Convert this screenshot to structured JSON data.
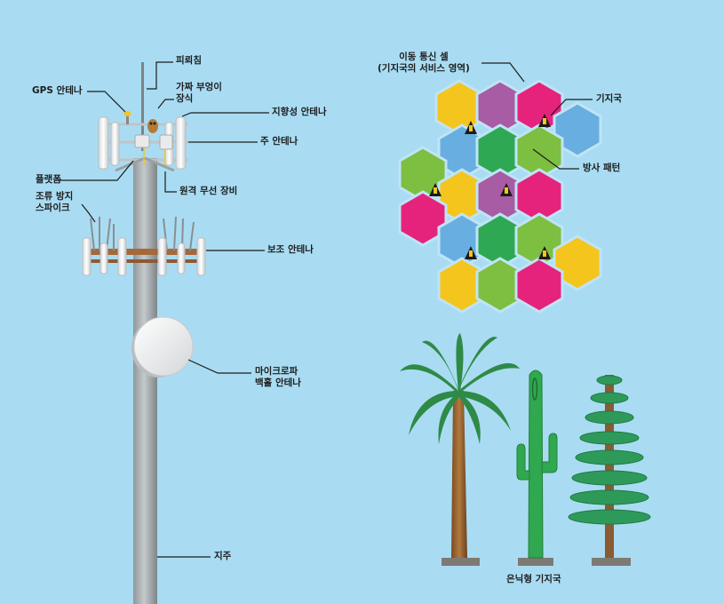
{
  "tower": {
    "labels": {
      "lightning_rod": "피뢰침",
      "gps_antenna": "GPS 안테나",
      "fake_owl": "가짜 부엉이\n장식",
      "directional_antenna": "지향성 안테나",
      "main_antenna": "주 안테나",
      "platform": "플랫폼",
      "remote_radio": "원격 무선 장비",
      "bird_spikes": "조류 방지\n스파이크",
      "aux_antenna": "보조 안테나",
      "microwave": "마이크로파\n백홀 안테나",
      "pole": "지주"
    }
  },
  "cells": {
    "labels": {
      "cell": "이동 통신 셀\n(기지국의 서비스 영역)",
      "base_station": "기지국",
      "radiation_pattern": "방사 패턴"
    },
    "colors": {
      "yellow": "#f4c51c",
      "magenta": "#e5237d",
      "purple": "#a85ca4",
      "blue": "#68aee0",
      "green": "#7dbf41",
      "dark_green": "#2fa853"
    }
  },
  "camouflage": {
    "label": "은닉형 기지국"
  }
}
